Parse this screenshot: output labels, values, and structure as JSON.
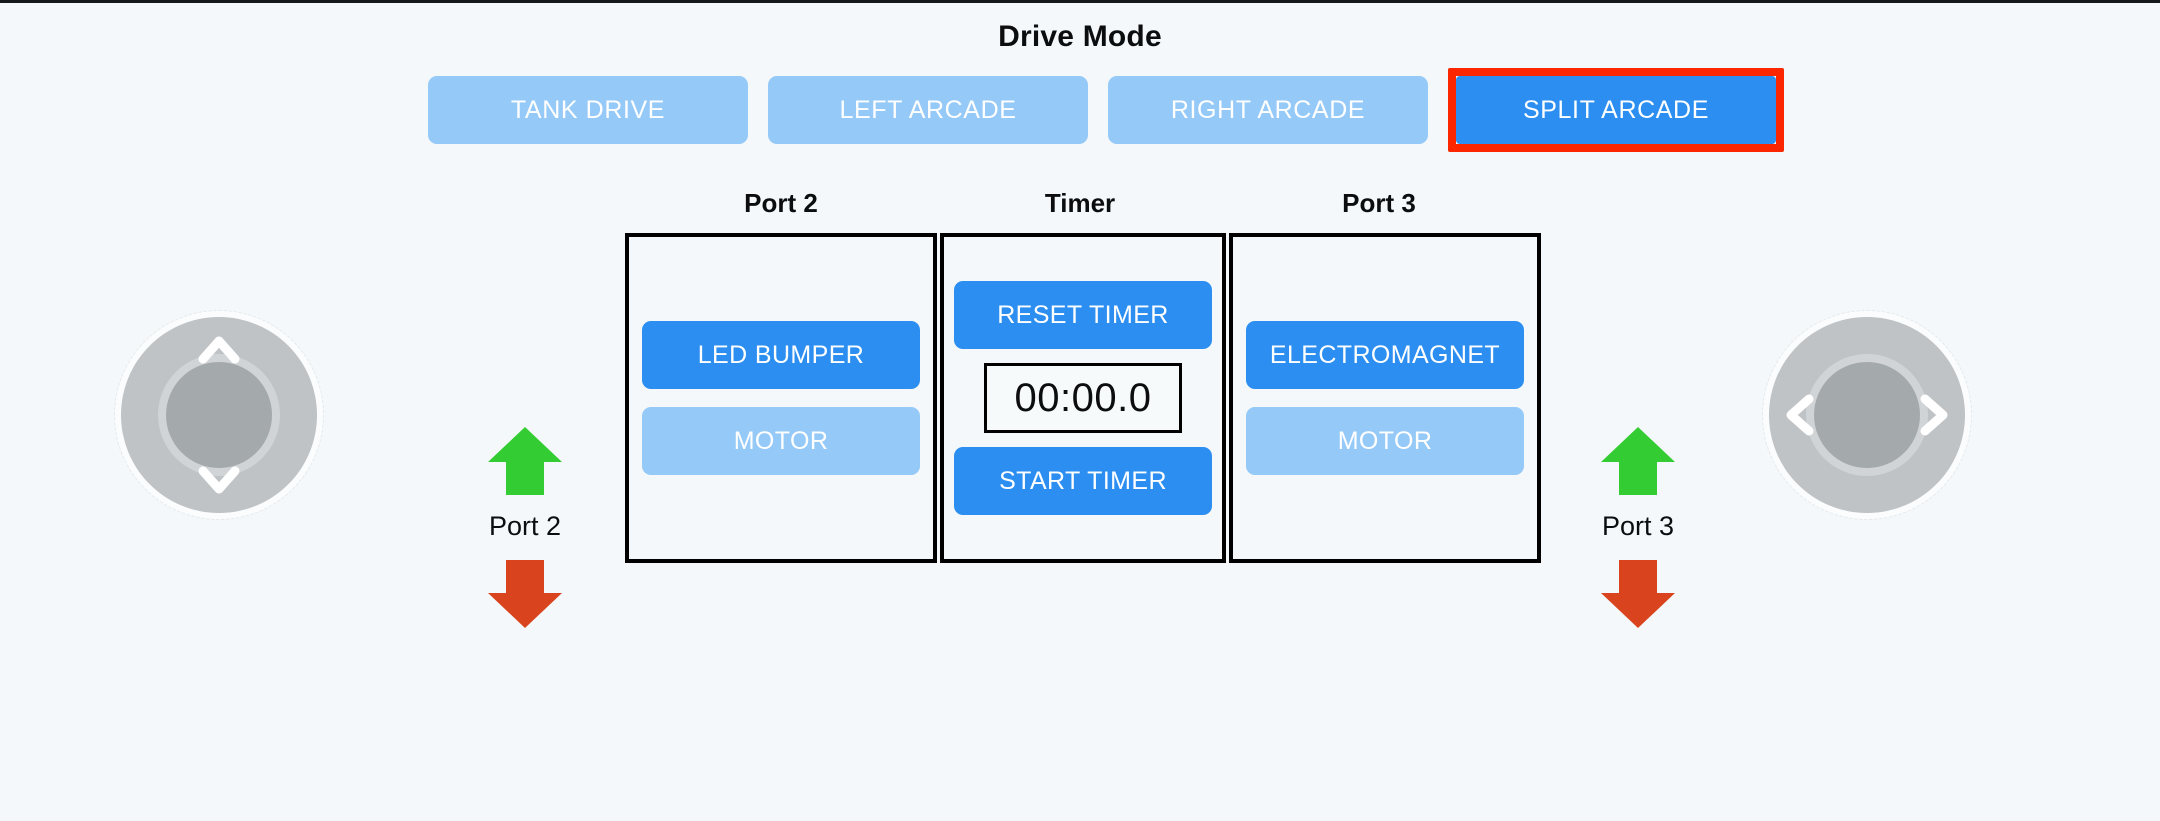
{
  "page": {
    "background_color": "#f4f8fa"
  },
  "drive_mode": {
    "title": "Drive Mode",
    "active_color": "#2b8ef0",
    "inactive_color": "#95c9f7",
    "highlight_color": "#fc2600",
    "selected": "SPLIT ARCADE",
    "options": [
      {
        "label": "TANK DRIVE",
        "active": false,
        "highlighted": false
      },
      {
        "label": "LEFT ARCADE",
        "active": false,
        "highlighted": false
      },
      {
        "label": "RIGHT ARCADE",
        "active": false,
        "highlighted": false
      },
      {
        "label": "SPLIT ARCADE",
        "active": true,
        "highlighted": true
      }
    ]
  },
  "panels": {
    "port2": {
      "label": "Port 2",
      "buttons": [
        {
          "label": "LED BUMPER",
          "state": "on"
        },
        {
          "label": "MOTOR",
          "state": "off"
        }
      ]
    },
    "timer": {
      "label": "Timer",
      "reset_label": "RESET TIMER",
      "start_label": "START TIMER",
      "display": "00:00.0"
    },
    "port3": {
      "label": "Port 3",
      "buttons": [
        {
          "label": "ELECTROMAGNET",
          "state": "on"
        },
        {
          "label": "MOTOR",
          "state": "off"
        }
      ]
    }
  },
  "indicators": {
    "up_color": "#33cc33",
    "down_color": "#d9441e",
    "left": {
      "label": "Port 2"
    },
    "right": {
      "label": "Port 3"
    }
  },
  "joysticks": {
    "left": {
      "axis": "vertical",
      "chevrons": [
        "up",
        "down"
      ]
    },
    "right": {
      "axis": "horizontal",
      "chevrons": [
        "left",
        "right"
      ]
    }
  }
}
